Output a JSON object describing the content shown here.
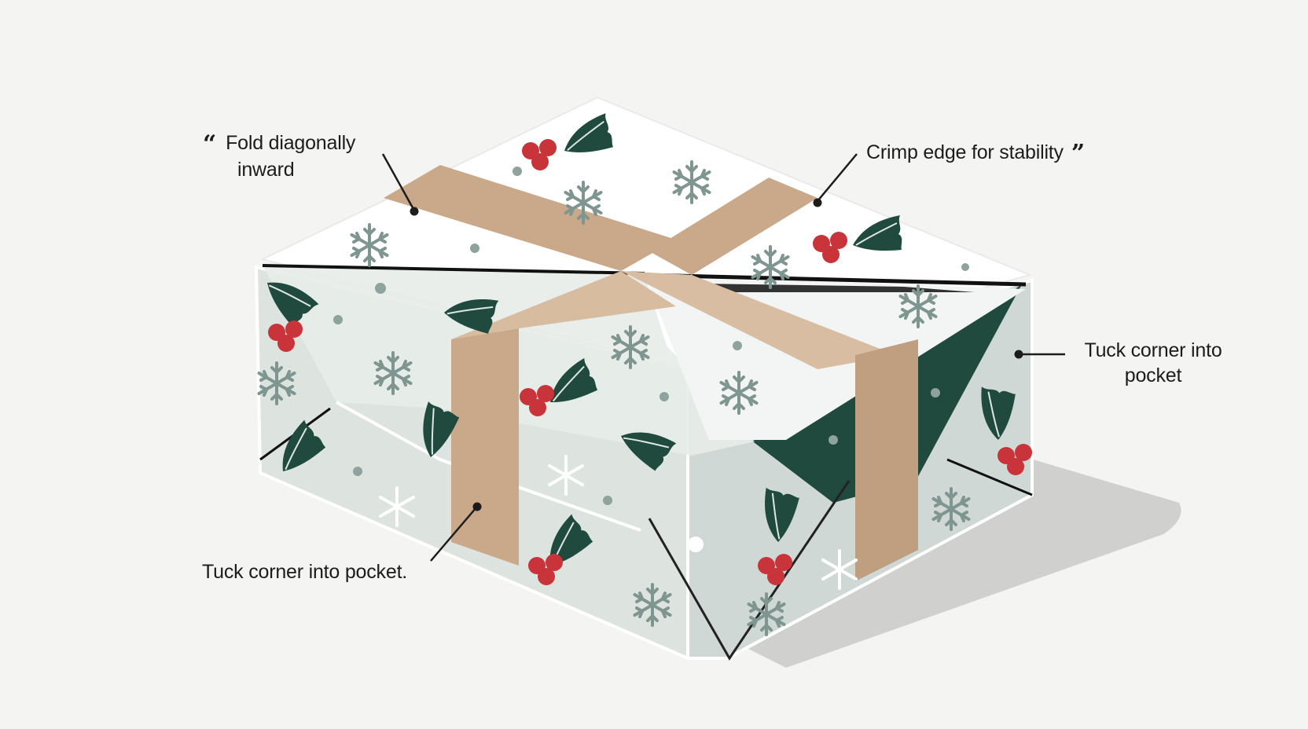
{
  "annotations": {
    "fold": {
      "line1": "Fold diagonally",
      "line2": "inward",
      "open_quote": "“"
    },
    "crimp": {
      "text": "Crimp edge for stability",
      "close_quote": "”"
    },
    "tuck_right": {
      "text": "Tuck corner into pocket"
    },
    "tuck_bottom": {
      "text": "Tuck corner into pocket."
    }
  },
  "colors": {
    "background": "#f4f4f2",
    "paper_light": "#dde3df",
    "paper_white": "#ffffff",
    "ribbon": "#c9a98a",
    "holly_green": "#1f4a3d",
    "berry_red": "#c9343a",
    "snowflake": "#7f9590"
  },
  "icons": [
    "holly-icon",
    "snowflake-icon",
    "berry-icon"
  ]
}
